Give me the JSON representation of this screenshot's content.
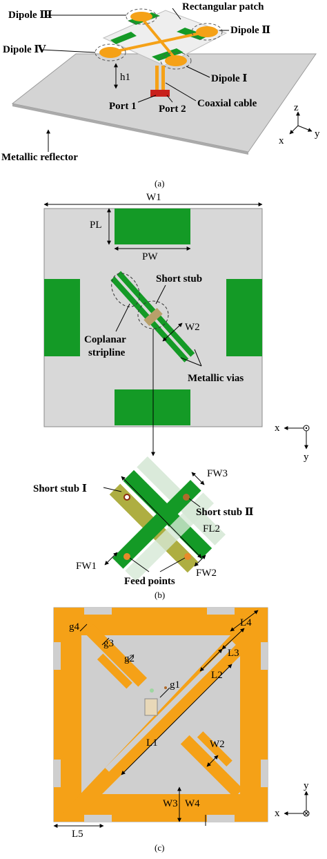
{
  "colors": {
    "green": "#149a26",
    "gray_board": "#d8d8d8",
    "orange": "#f5a117",
    "light_gray": "#cfcfcf",
    "olive": "#a0a020",
    "port_red": "#c8201c",
    "via_brown": "#b06a2a"
  },
  "panel_a": {
    "caption": "(a)",
    "labels": {
      "dipole3": "Dipole Ⅲ",
      "rect_patch": "Rectangular patch",
      "dipole2": "Dipole Ⅱ",
      "dipole4": "Dipole Ⅳ",
      "dipole1": "Dipole Ⅰ",
      "h1": "h1",
      "port1": "Port 1",
      "port2": "Port 2",
      "coax": "Coaxial cable",
      "reflector": "Metallic reflector"
    },
    "axes": {
      "z": "z",
      "x": "x",
      "y": "y"
    }
  },
  "panel_b": {
    "caption": "(b)",
    "labels": {
      "W1": "W1",
      "PL": "PL",
      "PW": "PW",
      "short_stub": "Short stub",
      "coplanar1": "Coplanar",
      "coplanar2": "stripline",
      "W2": "W2",
      "vias": "Metallic vias",
      "FW3": "FW3",
      "stub1": "Short stub Ⅰ",
      "stub2": "Short stub Ⅱ",
      "FL2": "FL2",
      "FW1": "FW1",
      "FW2": "FW2",
      "feed": "Feed points"
    },
    "axes": {
      "x": "x",
      "y": "y"
    }
  },
  "panel_c": {
    "caption": "(c)",
    "labels": {
      "L4": "L4",
      "g4": "g4",
      "g3": "g3",
      "g2": "g2",
      "L3": "L3",
      "L2": "L2",
      "g1": "g1",
      "L1": "L1",
      "W2": "W2",
      "W3": "W3",
      "W4": "W4",
      "L5": "L5"
    },
    "axes": {
      "x": "x",
      "y": "y"
    }
  }
}
